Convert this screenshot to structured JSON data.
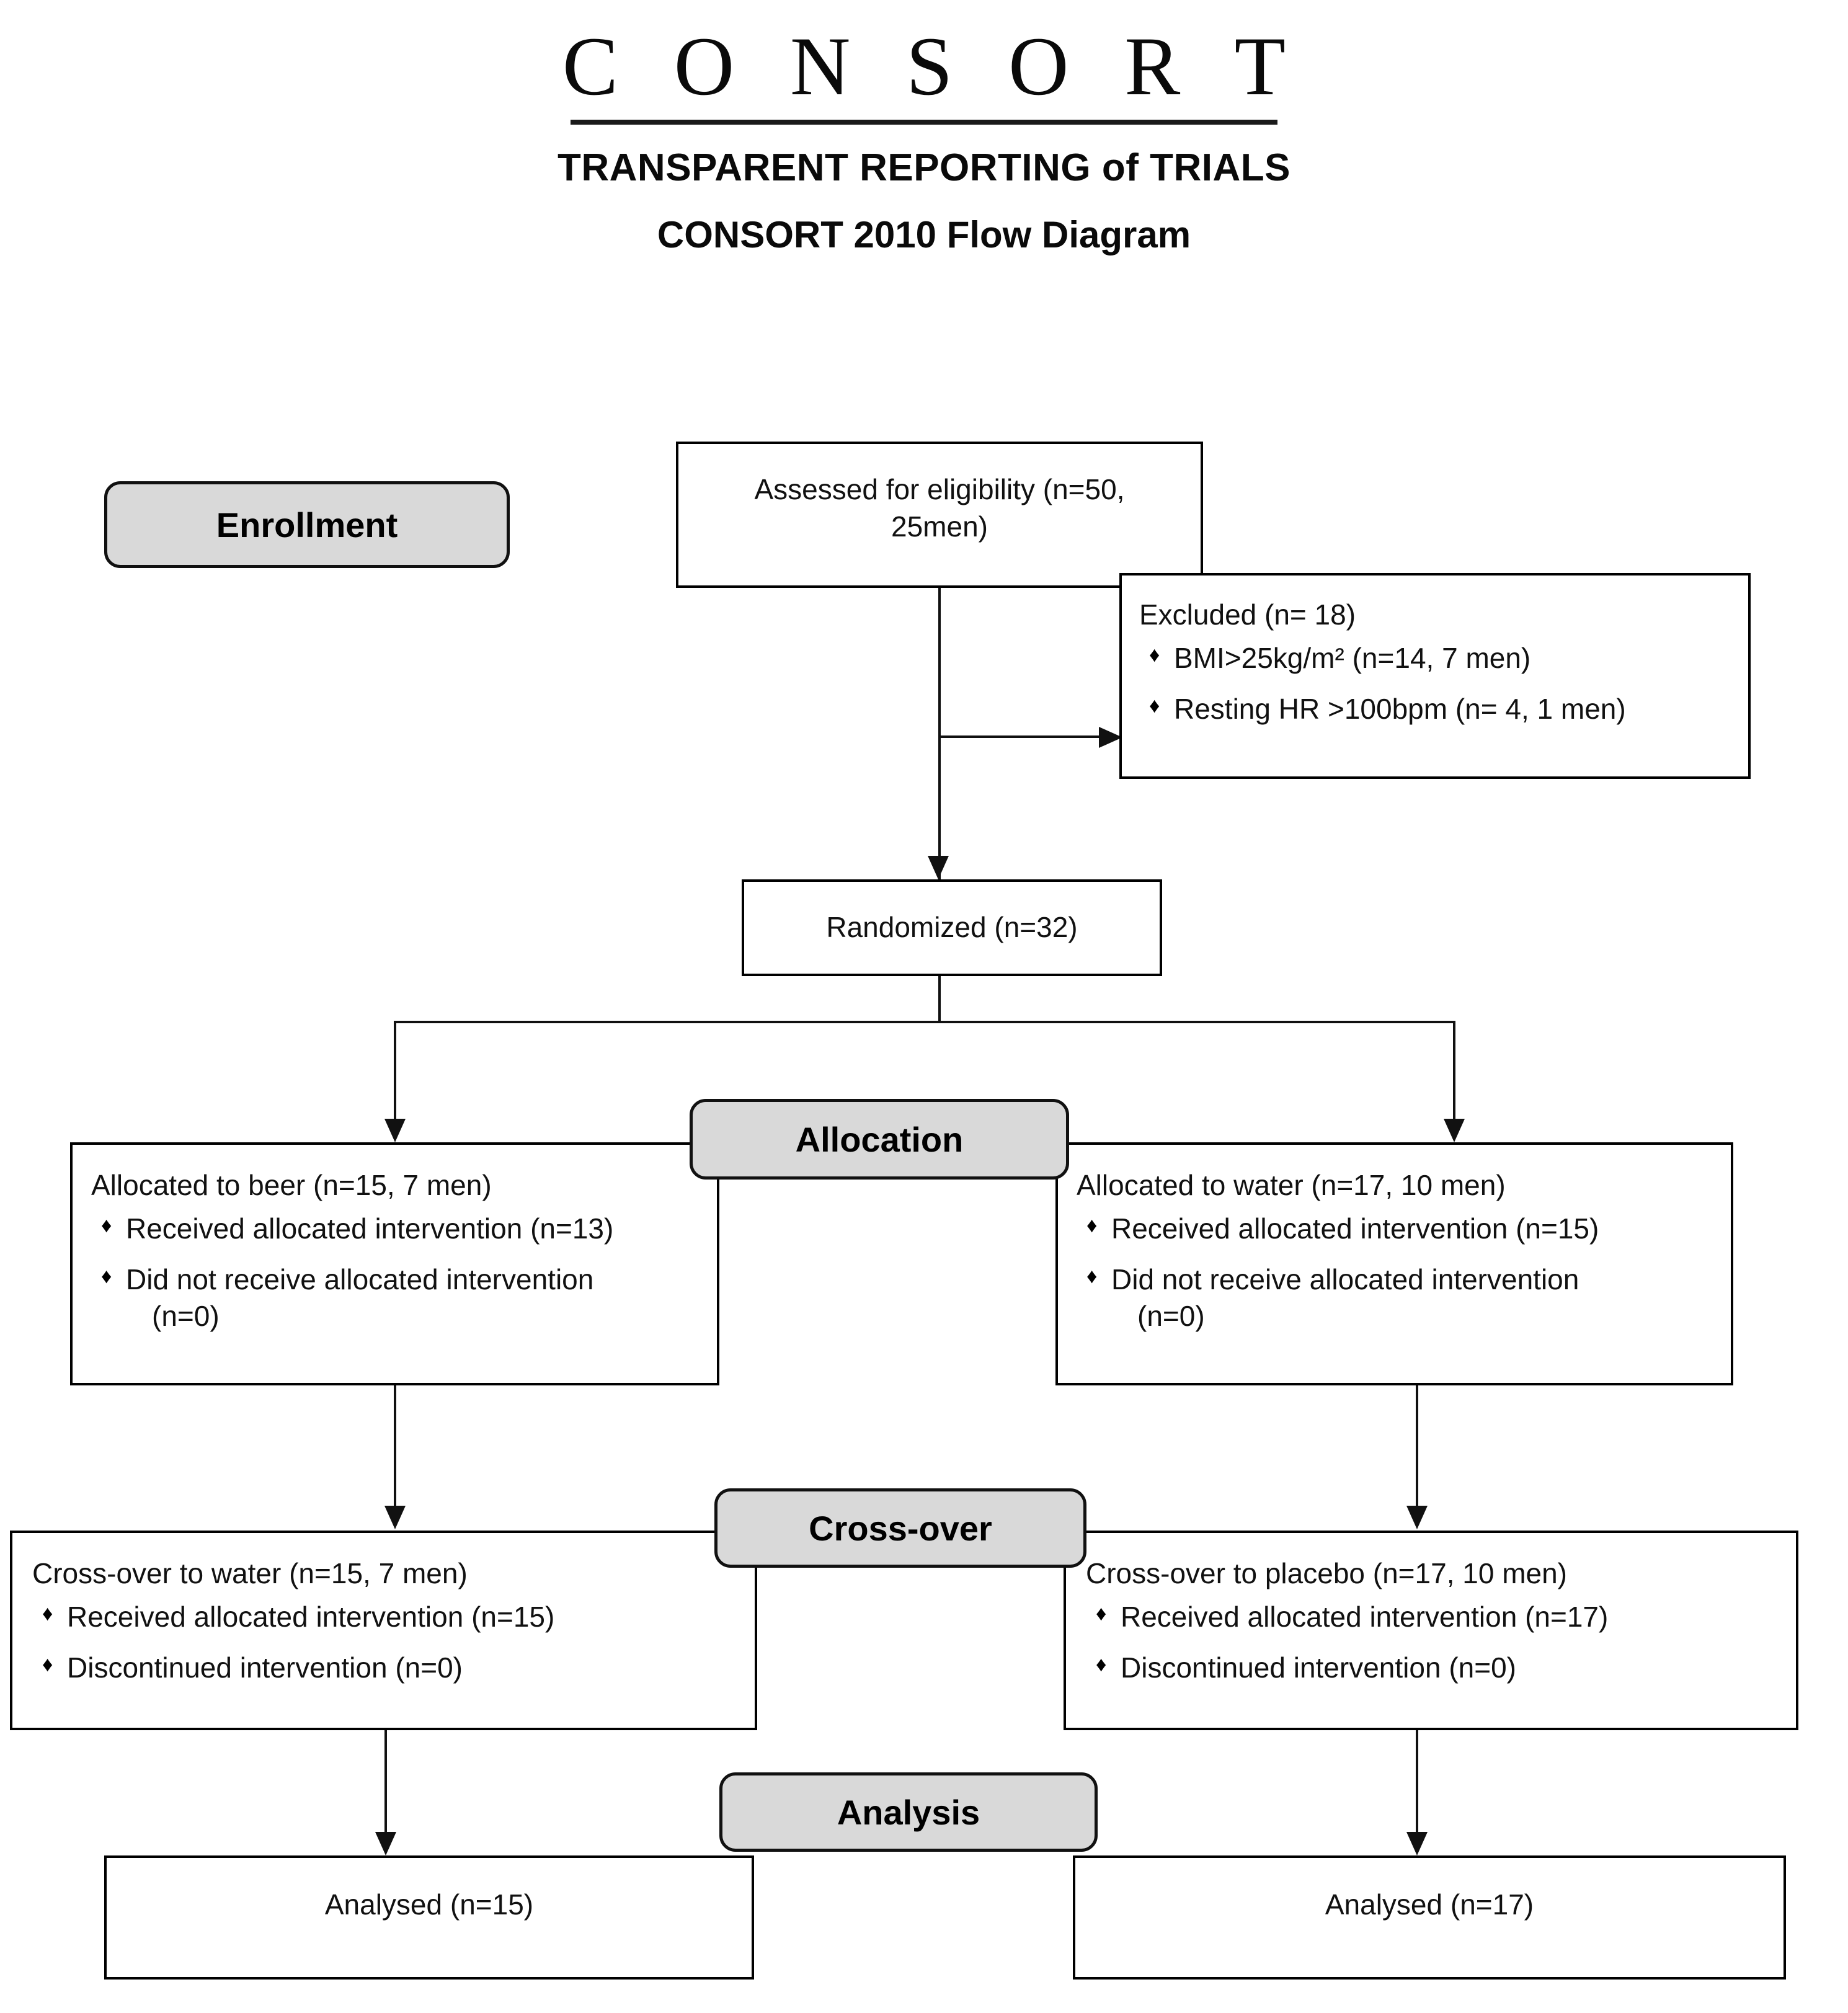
{
  "header": {
    "logo_word": "C O N S O R T",
    "tagline": "TRANSPARENT REPORTING of TRIALS",
    "title": "CONSORT 2010 Flow Diagram"
  },
  "stages": {
    "enrollment": "Enrollment",
    "allocation": "Allocation",
    "crossover": "Cross-over",
    "analysis": "Analysis"
  },
  "boxes": {
    "assessed": {
      "text": "Assessed for eligibility (n=50, 25men)"
    },
    "excluded": {
      "lead": "Excluded (n= 18)",
      "bullets": [
        "BMI>25kg/m² (n=14, 7 men)",
        "Resting HR >100bpm (n= 4, 1 men)"
      ]
    },
    "randomized": {
      "text": "Randomized (n=32)"
    },
    "allocated_left": {
      "lead": "Allocated to beer (n=15, 7 men)",
      "bullets": [
        "Received allocated intervention (n=13)",
        "Did not receive allocated intervention"
      ],
      "bullet_cont": "(n=0)"
    },
    "allocated_right": {
      "lead": "Allocated to water (n=17, 10 men)",
      "bullets": [
        "Received allocated intervention (n=15)",
        "Did not receive allocated intervention"
      ],
      "bullet_cont": "(n=0)"
    },
    "crossover_left": {
      "lead": "Cross-over to water (n=15, 7 men)",
      "bullets": [
        "Received allocated intervention (n=15)",
        "Discontinued intervention (n=0)"
      ]
    },
    "crossover_right": {
      "lead": "Cross-over to placebo (n=17, 10 men)",
      "bullets": [
        "Received allocated intervention (n=17)",
        "Discontinued intervention (n=0)"
      ]
    },
    "analysed_left": {
      "text": "Analysed (n=15)"
    },
    "analysed_right": {
      "text": "Analysed (n=17)"
    }
  },
  "colors": {
    "stroke": "#111111",
    "pill_fill": "#d9d9d9",
    "box_fill": "#ffffff",
    "text": "#111111"
  }
}
